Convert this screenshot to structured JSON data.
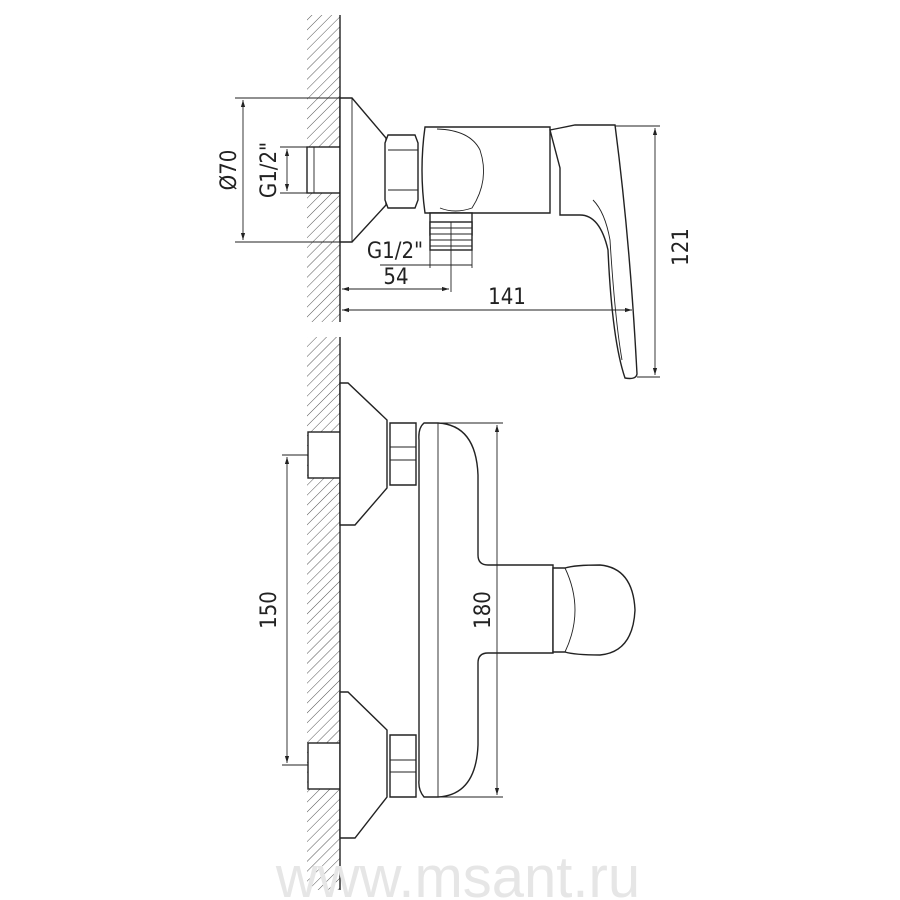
{
  "drawing": {
    "side_view": {
      "dim_flange_diameter": "Ø70",
      "dim_inlet_thread": "G1/2\"",
      "dim_outlet_thread": "G1/2\"",
      "dim_outlet_offset": "54",
      "dim_depth": "141",
      "dim_height": "121"
    },
    "front_view": {
      "dim_inlet_spacing": "150",
      "dim_body_height": "180"
    },
    "watermark": "www.msant.ru",
    "colors": {
      "line": "#222222",
      "watermark": "#e6e6e6"
    }
  }
}
